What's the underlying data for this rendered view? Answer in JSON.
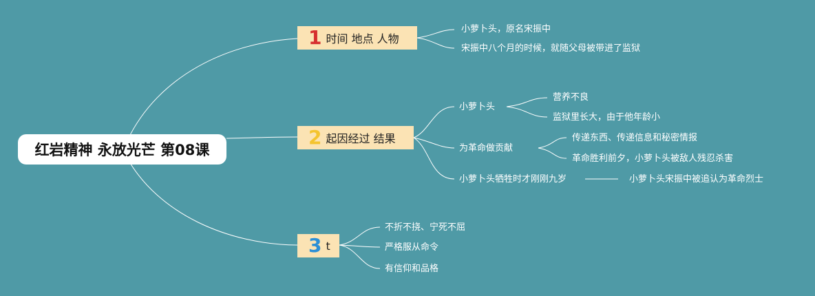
{
  "root": {
    "title": "红岩精神 永放光芒 第08课"
  },
  "branches": [
    {
      "number": "1",
      "number_color": "#d62f2f",
      "label": "时间 地点 人物",
      "children": [
        "小萝卜头，原名宋振中",
        "宋振中八个月的时候，就随父母被带进了监狱"
      ]
    },
    {
      "number": "2",
      "number_color": "#f4c430",
      "label": "起因经过 结果",
      "children": [
        {
          "label": "小萝卜头",
          "children": [
            "营养不良",
            "监狱里长大，由于他年龄小"
          ]
        },
        {
          "label": "为革命做贡献",
          "children": [
            "传递东西、传递信息和秘密情报",
            "革命胜利前夕，小萝卜头被敌人残忍杀害"
          ]
        },
        {
          "label": "小萝卜头牺牲时才刚刚九岁",
          "children": [
            "小萝卜头宋振中被追认为革命烈士"
          ]
        }
      ]
    },
    {
      "number": "3",
      "number_color": "#2b8fd6",
      "label": "t",
      "children": [
        "不折不挠、宁死不屈",
        "严格服从命令",
        "有信仰和品格"
      ]
    }
  ]
}
